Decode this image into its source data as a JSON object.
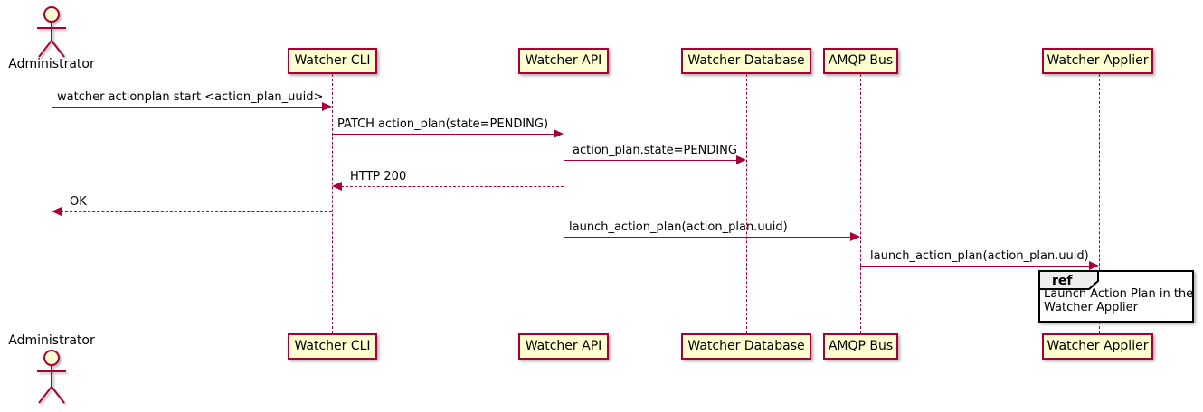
{
  "diagram": {
    "type": "sequence-diagram",
    "actor": {
      "name": "Administrator"
    },
    "participants": [
      {
        "label": "Watcher CLI"
      },
      {
        "label": "Watcher API"
      },
      {
        "label": "Watcher Database"
      },
      {
        "label": "AMQP Bus"
      },
      {
        "label": "Watcher Applier"
      }
    ],
    "messages": [
      {
        "from": "Administrator",
        "to": "Watcher CLI",
        "label": "watcher actionplan start <action_plan_uuid>",
        "style": "solid",
        "direction": "right"
      },
      {
        "from": "Watcher CLI",
        "to": "Watcher API",
        "label": "PATCH action_plan(state=PENDING)",
        "style": "solid",
        "direction": "right"
      },
      {
        "from": "Watcher API",
        "to": "Watcher Database",
        "label": "action_plan.state=PENDING",
        "style": "solid",
        "direction": "right"
      },
      {
        "from": "Watcher API",
        "to": "Watcher CLI",
        "label": "HTTP 200",
        "style": "dashed",
        "direction": "left"
      },
      {
        "from": "Watcher CLI",
        "to": "Administrator",
        "label": "OK",
        "style": "dashed",
        "direction": "left"
      },
      {
        "from": "Watcher API",
        "to": "AMQP Bus",
        "label": "launch_action_plan(action_plan.uuid)",
        "style": "solid",
        "direction": "right"
      },
      {
        "from": "AMQP Bus",
        "to": "Watcher Applier",
        "label": "launch_action_plan(action_plan.uuid)",
        "style": "solid",
        "direction": "right"
      }
    ],
    "ref": {
      "keyword": "ref",
      "lines": {
        "0": "Launch Action Plan in the",
        "1": "Watcher Applier"
      }
    },
    "colors": {
      "participant_fill": "#FEFECE",
      "participant_border": "#A80036",
      "arrow": "#A80036",
      "lifeline": "#A80036",
      "ref_border": "#000000",
      "ref_tab_fill": "#EEEEEE",
      "text": "#000000",
      "background": "#FFFFFF"
    }
  }
}
